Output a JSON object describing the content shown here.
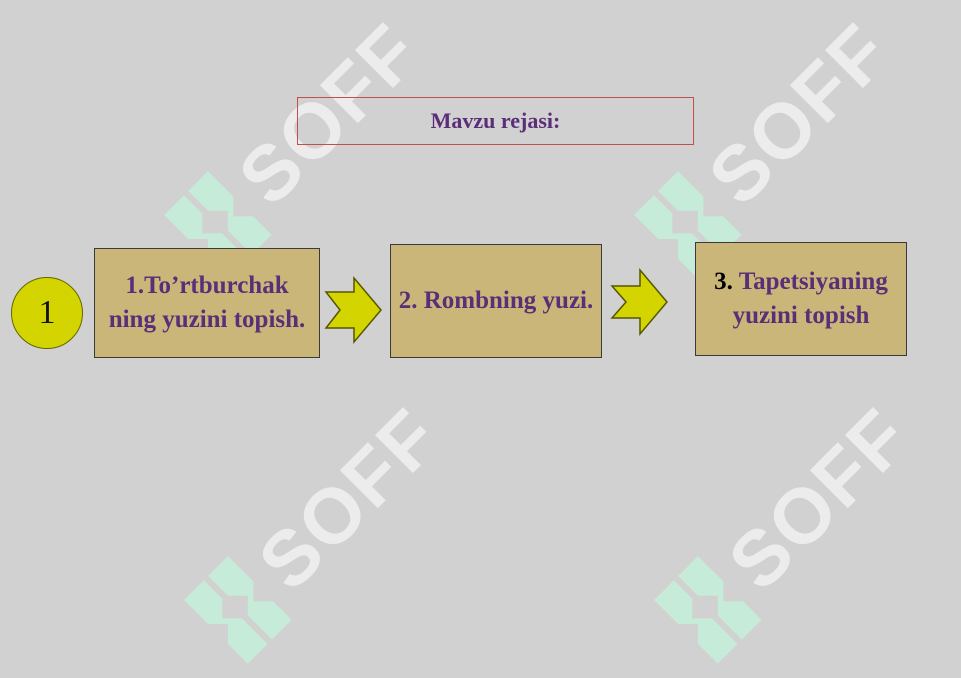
{
  "watermark": {
    "word": "SOFF"
  },
  "colors": {
    "background": "#d1d1d1",
    "title_text": "#5b2e78",
    "title_border": "#c0504d",
    "box_fill": "#cbb67a",
    "arrow_fill": "#d4d400",
    "circle_fill": "#d4d400",
    "watermark_logo": "#c6ebd8"
  },
  "title": {
    "text": "Mavzu rejasi:"
  },
  "step_number": "1",
  "plan": {
    "items": [
      {
        "text": "1.To’rtburchak ning yuzini topish."
      },
      {
        "text": "2. Rombning yuzi."
      },
      {
        "number": "3.",
        "text": "Tapetsiyaning yuzini topish"
      }
    ]
  },
  "icons": {
    "arrow": "right-arrow-icon",
    "logo": "soff-logo-icon"
  }
}
